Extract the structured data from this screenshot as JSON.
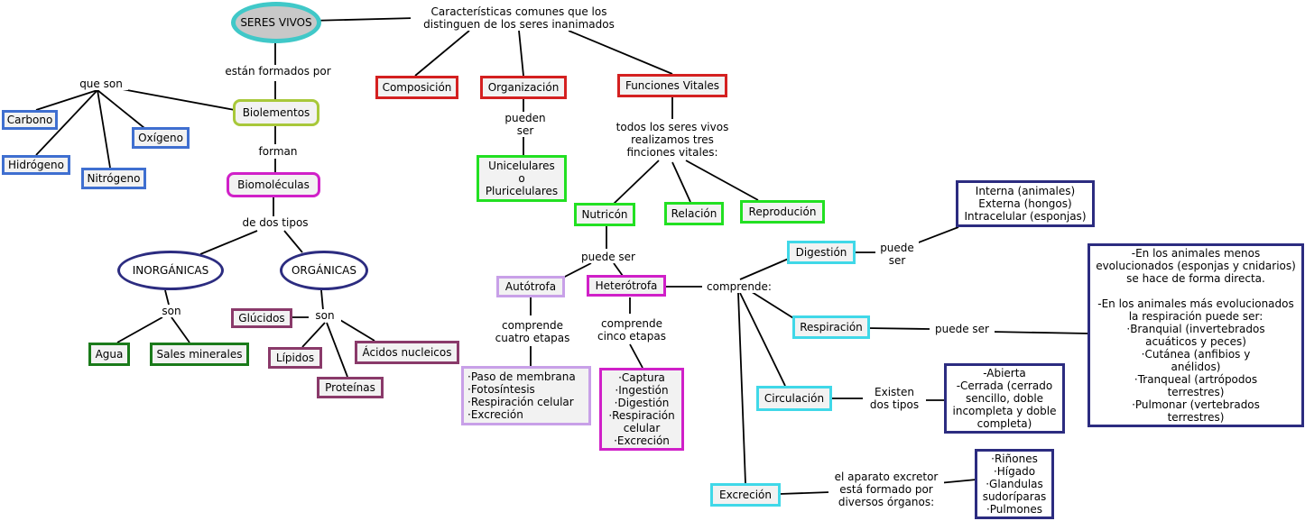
{
  "root": "SERES VIVOS",
  "top_caption": "Características comunes que los\ndistinguen de los seres inanimados",
  "links": {
    "formados": "están formados por",
    "que_son": "que son",
    "forman": "forman",
    "dos_tipos": "de dos tipos",
    "son1": "son",
    "son2": "son",
    "pueden_ser": "pueden\nser",
    "todos": "todos los seres vivos\nrealizamos tres\nfinciones vitales:",
    "puede_ser": "puede ser",
    "comprende4": "comprende\ncuatro etapas",
    "comprende5": "comprende\ncinco etapas",
    "comprende": "comprende:",
    "puede_ser_dig": "puede\nser",
    "puede_ser_resp": "puede ser",
    "existen": "Existen\ndos tipos",
    "aparato": "el aparato excretor\nestá formado por\ndiversos órganos:"
  },
  "nodes": {
    "biolementos": "Biolementos",
    "biomoleculas": "Biomoléculas",
    "carbono": "Carbono",
    "hidrogeno": "Hidrógeno",
    "nitrogeno": "Nitrógeno",
    "oxigeno": "Oxígeno",
    "inorganicas": "INORGÁNICAS",
    "organicas": "ORGÁNICAS",
    "agua": "Agua",
    "sales": "Sales minerales",
    "glucidos": "Glúcidos",
    "lipidos": "Lípidos",
    "proteinas": "Proteínas",
    "acidos": "Ácidos nucleicos",
    "composicion": "Composición",
    "organizacion": "Organización",
    "funciones": "Funciones Vitales",
    "unicelulares": "Unicelulares\no\nPluricelulares",
    "nutricion": "Nutricón",
    "relacion": "Relación",
    "reproducion": "Reprodución",
    "autotrofa": "Autótrofa",
    "heterotrofa": "Heterótrofa",
    "auto_list": "·Paso de membrana\n·Fotosíntesis\n·Respiración celular\n·Excreción",
    "hetero_list": "·Captura\n·Ingestión\n·Digestión\n·Respiración\ncelular\n·Excreción",
    "digestion": "Digestión",
    "respiracion": "Respiración",
    "circulacion": "Circulación",
    "excrecion": "Excreción",
    "dig_tipos": "Interna (animales)\nExterna (hongos)\nIntracelular (esponjas)",
    "resp_text": "-En los animales menos\nevolucionados (esponjas y cnidarios)\nse hace de forma directa.\n\n-En los animales más evolucionados\nla respiración puede ser:\n·Branquial (invertebrados\nacuáticos y peces)\n·Cutánea (anfibios y\nanélidos)\n·Tranqueal (artrópodos\nterrestres)\n·Pulmonar (vertebrados\nterrestres)",
    "circ_text": "-Abierta\n-Cerrada (cerrado\nsencillo, doble\nincompleta y doble\ncompleta)",
    "organos": "·Riñones\n·Hígado\n·Glandulas\nsudoríparas\n·Pulmones"
  }
}
